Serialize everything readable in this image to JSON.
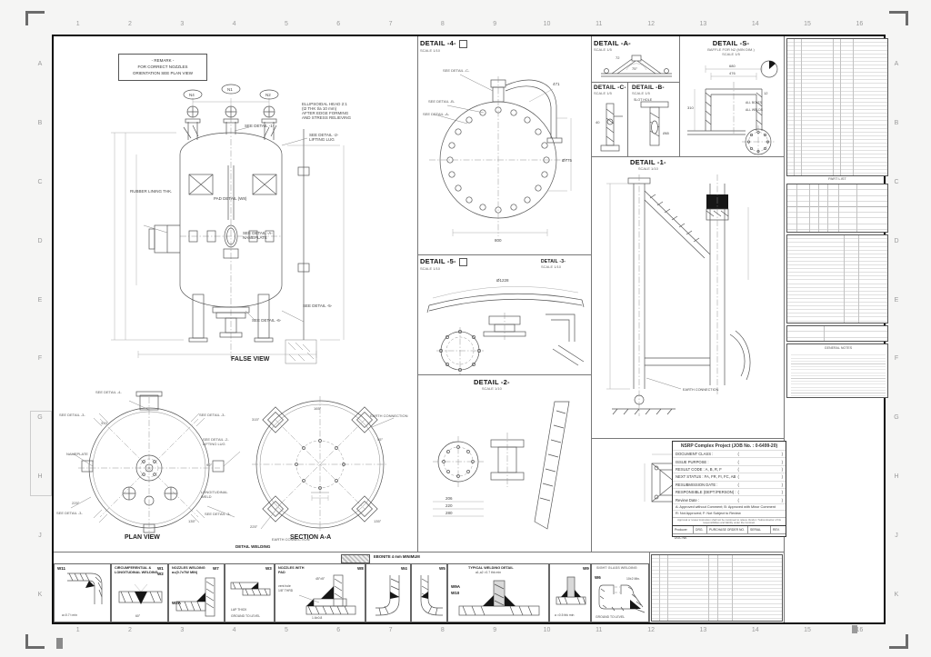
{
  "sheet": {
    "cols": [
      "1",
      "2",
      "3",
      "4",
      "5",
      "6",
      "7",
      "8",
      "9",
      "10",
      "11",
      "12",
      "13",
      "14",
      "15",
      "16"
    ],
    "rows": [
      "A",
      "B",
      "C",
      "D",
      "E",
      "F",
      "G",
      "H",
      "J",
      "K"
    ]
  },
  "remark": {
    "l1": "- REMARK -",
    "l2": "FOR CORRECT NOZZLES",
    "l3": "ORIENTATION SEE PLAN VIEW"
  },
  "false_view": {
    "caption": "FALSE VIEW",
    "head_note1": "ELLIPSOIDAL HEAD 2:1",
    "head_note2": "(t2 THK t/a 10 mm)",
    "head_note3": "AFTER EDGE FORMING",
    "head_note4": "AND STRESS RELIEVING",
    "see1": "SEE DETAIL -1-",
    "see2": "SEE DETAIL -2-",
    "lifting": "LIFTING LUG",
    "seeA": "SEE DETAIL -A-",
    "nameplate": "NAMEPLATE",
    "see5": "SEE DETAIL -5-",
    "see6": "SEE DETAIL -6-",
    "rubber": "RUBBER LINING THK.",
    "pad": "PAD DETAIL (W8)",
    "tag1": "N4",
    "tag2": "N1",
    "tag3": "N2"
  },
  "plan_view": {
    "caption": "PLAN VIEW",
    "see3": "SEE DETAIL -3-",
    "see4": "SEE DETAIL -4-",
    "see2": "SEE DETAIL -2-",
    "lifting": "LIFTING LUG",
    "nameplate": "NAMEPLATE",
    "longitudinal1": "LONGITUDINAL",
    "longitudinal2": "WELD",
    "a315": "315°",
    "a45": "45°",
    "a225": "225°",
    "a135": "135°",
    "a90": "90°"
  },
  "section_view": {
    "caption": "SECTION A-A",
    "earth": "EARTH CONNECTION",
    "a315": "315°",
    "a45": "45°",
    "a225": "225°",
    "a135": "135°",
    "a165": "165°"
  },
  "details": {
    "d4": {
      "title": "DETAIL -4-",
      "scale": "SCALE 1/10",
      "see_a": "SEE DETAIL -A-",
      "see_b": "SEE DETAIL -B-",
      "see_c": "SEE DETAIL -C-",
      "dim1": "800",
      "dim2": "Ø775",
      "dim3": "471"
    },
    "d5": {
      "title": "DETAIL -5-",
      "scale": "SCALE 1/10",
      "dim1": "Ø1228"
    },
    "d3": {
      "title": "DETAIL -3-",
      "scale": "SCALE 1/10"
    },
    "d2": {
      "title": "DETAIL -2-",
      "scale": "SCALE 1/10",
      "dim1": "206",
      "dim2": "220",
      "dim3": "280"
    },
    "dA": {
      "title": "DETAIL -A-",
      "scale": "SCALE 1/5",
      "dim1": "75°",
      "dim2": "72"
    },
    "dC": {
      "title": "DETAIL -C-",
      "scale": "SCALE 1/5",
      "dim1": "40"
    },
    "dB": {
      "title": "DETAIL -B-",
      "scale": "SCALE 1/5",
      "note1": "SLOT HOLE",
      "dim1": "Ø65"
    },
    "dS": {
      "title": "DETAIL -S-",
      "sub": "BAFFLE FOR N2 (MIN DIM.)",
      "scale": "SCALE 1/5",
      "dim1": "680",
      "dim2": "476",
      "dim3": "310",
      "dim4": "12",
      "note1": "ALL BOLTS",
      "note2": "ALL WELDS"
    },
    "d1": {
      "title": "DETAIL -1-",
      "scale": "SCALE 1/10",
      "note1": "EARTH CONNECTION"
    }
  },
  "review_box": {
    "title": "NSRP Complex Project (JOB No. : 0-6499-20)",
    "rows": [
      "DOCUMENT CLASS :",
      "ISSUE PURPOSE :",
      "RESULT CODE : A, B, R, F",
      "NEXT STATUS : FA, FR, FI, FC, AB",
      "RESUBMISSION DATE :",
      "RESPONSIBLE (DEPT./PERSON) :",
      "Review Date :"
    ],
    "open": "(",
    "close": ")",
    "note1": "A: Approved without Comment; B: Approved with Minor Comment",
    "note2": "R: Not Approved;  F: Not Subject to Review",
    "fine1": "Approval or review instruction shall not be construed to relieve Vendor / Subcontractor of his",
    "fine2": "responsibilities and liability under the Contract.",
    "footer": {
      "producer": "Producer",
      "drg": "DRG.",
      "po": "PURCHASE ORDER NO.",
      "serial": "SERIAL",
      "rev": "REV.",
      "doc": "DOC No."
    }
  },
  "right_panel": {
    "part_list": "PART LIST",
    "general_notes": "GENERAL NOTES"
  },
  "welding": {
    "header": "DETAIL WELDING",
    "legend": "EBONITE 4 mm MINIMUM",
    "p1": {
      "tag": "W11",
      "cap": "a=0.7 t min"
    },
    "p2": {
      "t1": "CIRCUMFERENTIAL &",
      "t2": "LONGITUDINAL WELDING",
      "tagA": "W1",
      "tagB": "W2",
      "dim": "60°"
    },
    "p3": {
      "t1": "NOZZLES WELDING",
      "t2": "a=(0.7xTW MIN)",
      "tag": "W2A",
      "tag2": "W7"
    },
    "p4": {
      "c1": "LAP THICK",
      "c2": "GROUND TO LEVEL",
      "tag": "W3"
    },
    "p5": {
      "t1": "NOZZLES WITH",
      "t2": "PAD",
      "tag": "W8",
      "n1": "vent hole",
      "n2": "1/8\" THRD",
      "dim": "45°±5°",
      "dim2": "1.6±0.8"
    },
    "p6": {
      "tag": "W4"
    },
    "p7": {
      "tag": "W5"
    },
    "p8": {
      "t1": "TYPICAL WELDING DETAIL",
      "sub": "a1,a2 =0.7 thk min",
      "tagA": "W9A",
      "tagB": "W10"
    },
    "p9": {
      "tag": "W9",
      "cap": "a =0.5 thk min"
    },
    "p10": {
      "t1": "SIGHT GLASS WELDING",
      "tag": "W6",
      "dim": "10±2 Min.",
      "cap": "GROUND TO LEVEL"
    }
  }
}
